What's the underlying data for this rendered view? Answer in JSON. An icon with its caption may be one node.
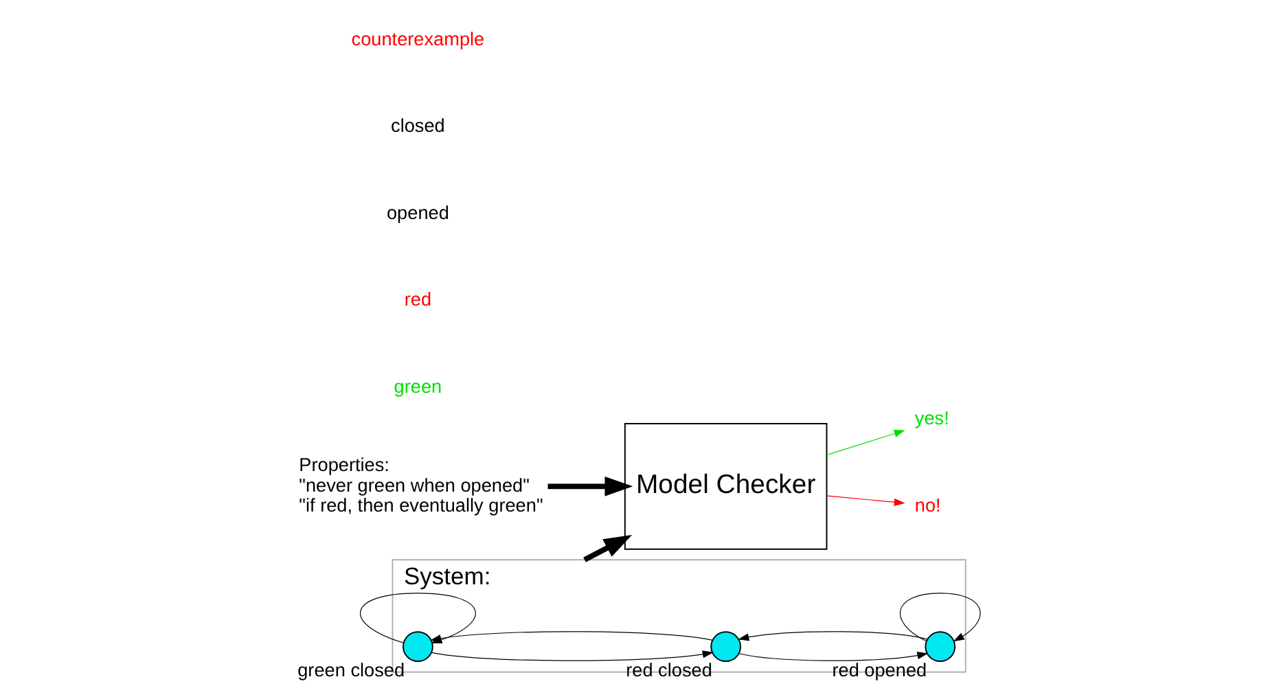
{
  "diagram": {
    "nodes": [
      {
        "text": [
          "Properties:",
          "\"never green when opened\"",
          "\"if red, then eventually green\""
        ]
      },
      {
        "text": [
          "System:"
        ]
      },
      {
        "text": [],
        "shape": "circle",
        "in": 1,
        "beside": [
          "green closed"
        ]
      },
      {
        "text": [],
        "shape": "circle",
        "in": 1,
        "beside": [
          "red closed"
        ]
      },
      {
        "text": [],
        "shape": "circle",
        "in": 1,
        "beside": [
          "red opened"
        ]
      },
      {
        "text": [
          "Model Checker"
        ]
      },
      {
        "text": [
          "yes!"
        ]
      },
      {
        "text": [
          "no!"
        ]
      }
    ],
    "edges": [
      {
        "from": 0,
        "to": 5,
        "arrow": "to",
        "style": "thick"
      },
      {
        "from": 1,
        "to": 5,
        "arrow": "to",
        "style": "thick"
      },
      {
        "from": 2,
        "to": 2,
        "arrow": "to"
      },
      {
        "from": 3,
        "to": 2,
        "arrow": "to"
      },
      {
        "from": 2,
        "to": 3,
        "arrow": "to"
      },
      {
        "from": 4,
        "to": 3,
        "arrow": "to"
      },
      {
        "from": 3,
        "to": 4,
        "arrow": "to"
      },
      {
        "from": 4,
        "to": 4,
        "arrow": "to"
      },
      {
        "from": 5,
        "to": 6,
        "arrow": "to",
        "color": "#00e000"
      },
      {
        "from": 5,
        "to": 7,
        "arrow": "to",
        "color": "#ff0000"
      }
    ],
    "labels": [
      "green",
      "red",
      "opened",
      "closed",
      "counterexample"
    ]
  }
}
